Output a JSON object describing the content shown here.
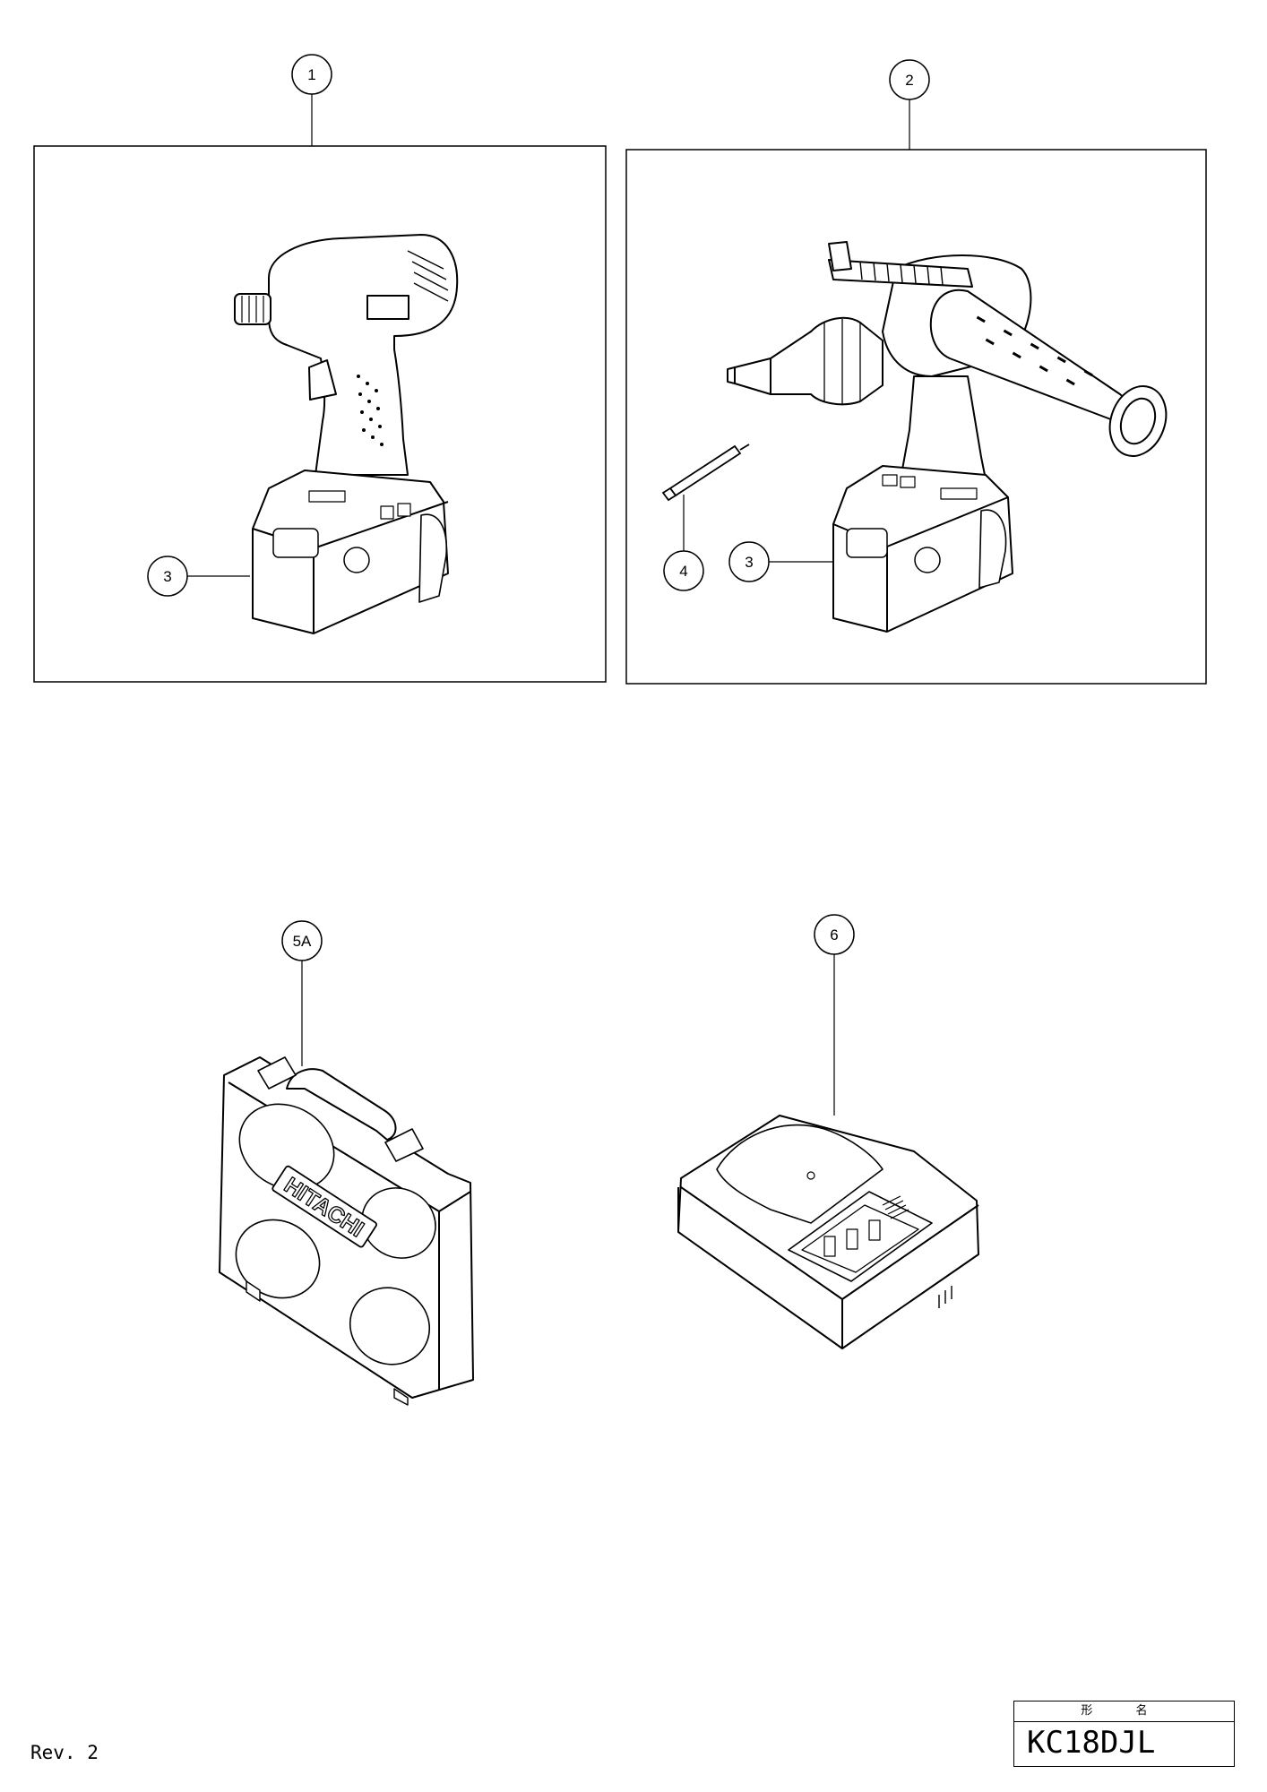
{
  "callouts": {
    "c1": "1",
    "c2": "2",
    "c3a": "3",
    "c3b": "3",
    "c4": "4",
    "c5a": "5A",
    "c6": "6"
  },
  "case_brand": "HITACHI",
  "footer": {
    "revision": "Rev. 2",
    "model_label": "形 名",
    "model": "KC18DJL"
  }
}
